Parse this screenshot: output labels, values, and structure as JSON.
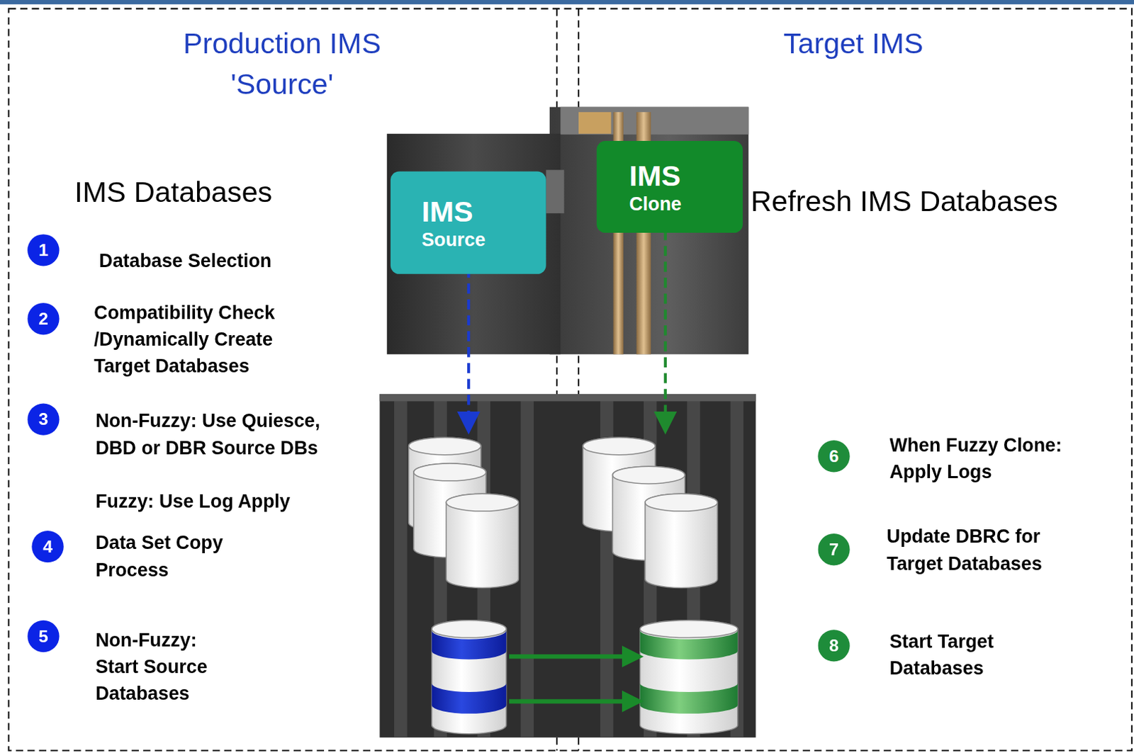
{
  "diagram": {
    "nodes": [
      {
        "text": [
          "IMS",
          "Source"
        ]
      },
      {
        "text": [
          "IMS",
          "Clone"
        ]
      },
      {
        "text": [
          "1"
        ]
      },
      {
        "text": [
          "2"
        ]
      },
      {
        "text": [
          "3"
        ]
      },
      {
        "text": [
          "4"
        ]
      },
      {
        "text": [
          "5"
        ]
      },
      {
        "text": [
          "6"
        ]
      },
      {
        "text": [
          "7"
        ]
      },
      {
        "text": [
          "8"
        ]
      }
    ],
    "labels": [
      "Production IMS 'Source'",
      "Target IMS",
      "IMS Databases",
      "Refresh IMS Databases",
      "Database Selection",
      "Compatibility Check /Dynamically Create Target Databases",
      "Non-Fuzzy: Use Quiesce, DBD or DBR Source DBs",
      "Fuzzy: Use Log Apply",
      "Data Set Copy Process",
      "Non-Fuzzy: Start Source Databases",
      "When Fuzzy Clone: Apply Logs",
      "Update DBRC for Target Databases",
      "Start Target Databases"
    ]
  }
}
